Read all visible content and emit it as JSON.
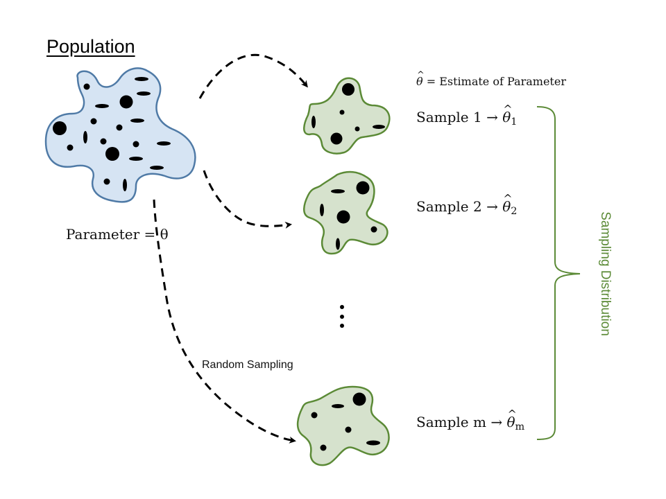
{
  "title": "Population",
  "parameter_label": "Parameter = θ",
  "legend": {
    "symbol": "θ",
    "text": "= Estimate of Parameter"
  },
  "samples": [
    {
      "name": "Sample 1",
      "sub": "1"
    },
    {
      "name": "Sample 2",
      "sub": "2"
    },
    {
      "name": "Sample m",
      "sub": "m"
    }
  ],
  "arrow": "→",
  "theta": "θ",
  "ellipsis": "⋮",
  "random_sampling": "Random Sampling",
  "sampling_distribution": "Sampling Distribution",
  "colors": {
    "population_fill": "#d6e4f3",
    "population_stroke": "#4f7aa6",
    "sample_fill": "#d6e2cd",
    "sample_stroke": "#5b8a36",
    "brace": "#5b8a36",
    "dots": "#000000"
  }
}
